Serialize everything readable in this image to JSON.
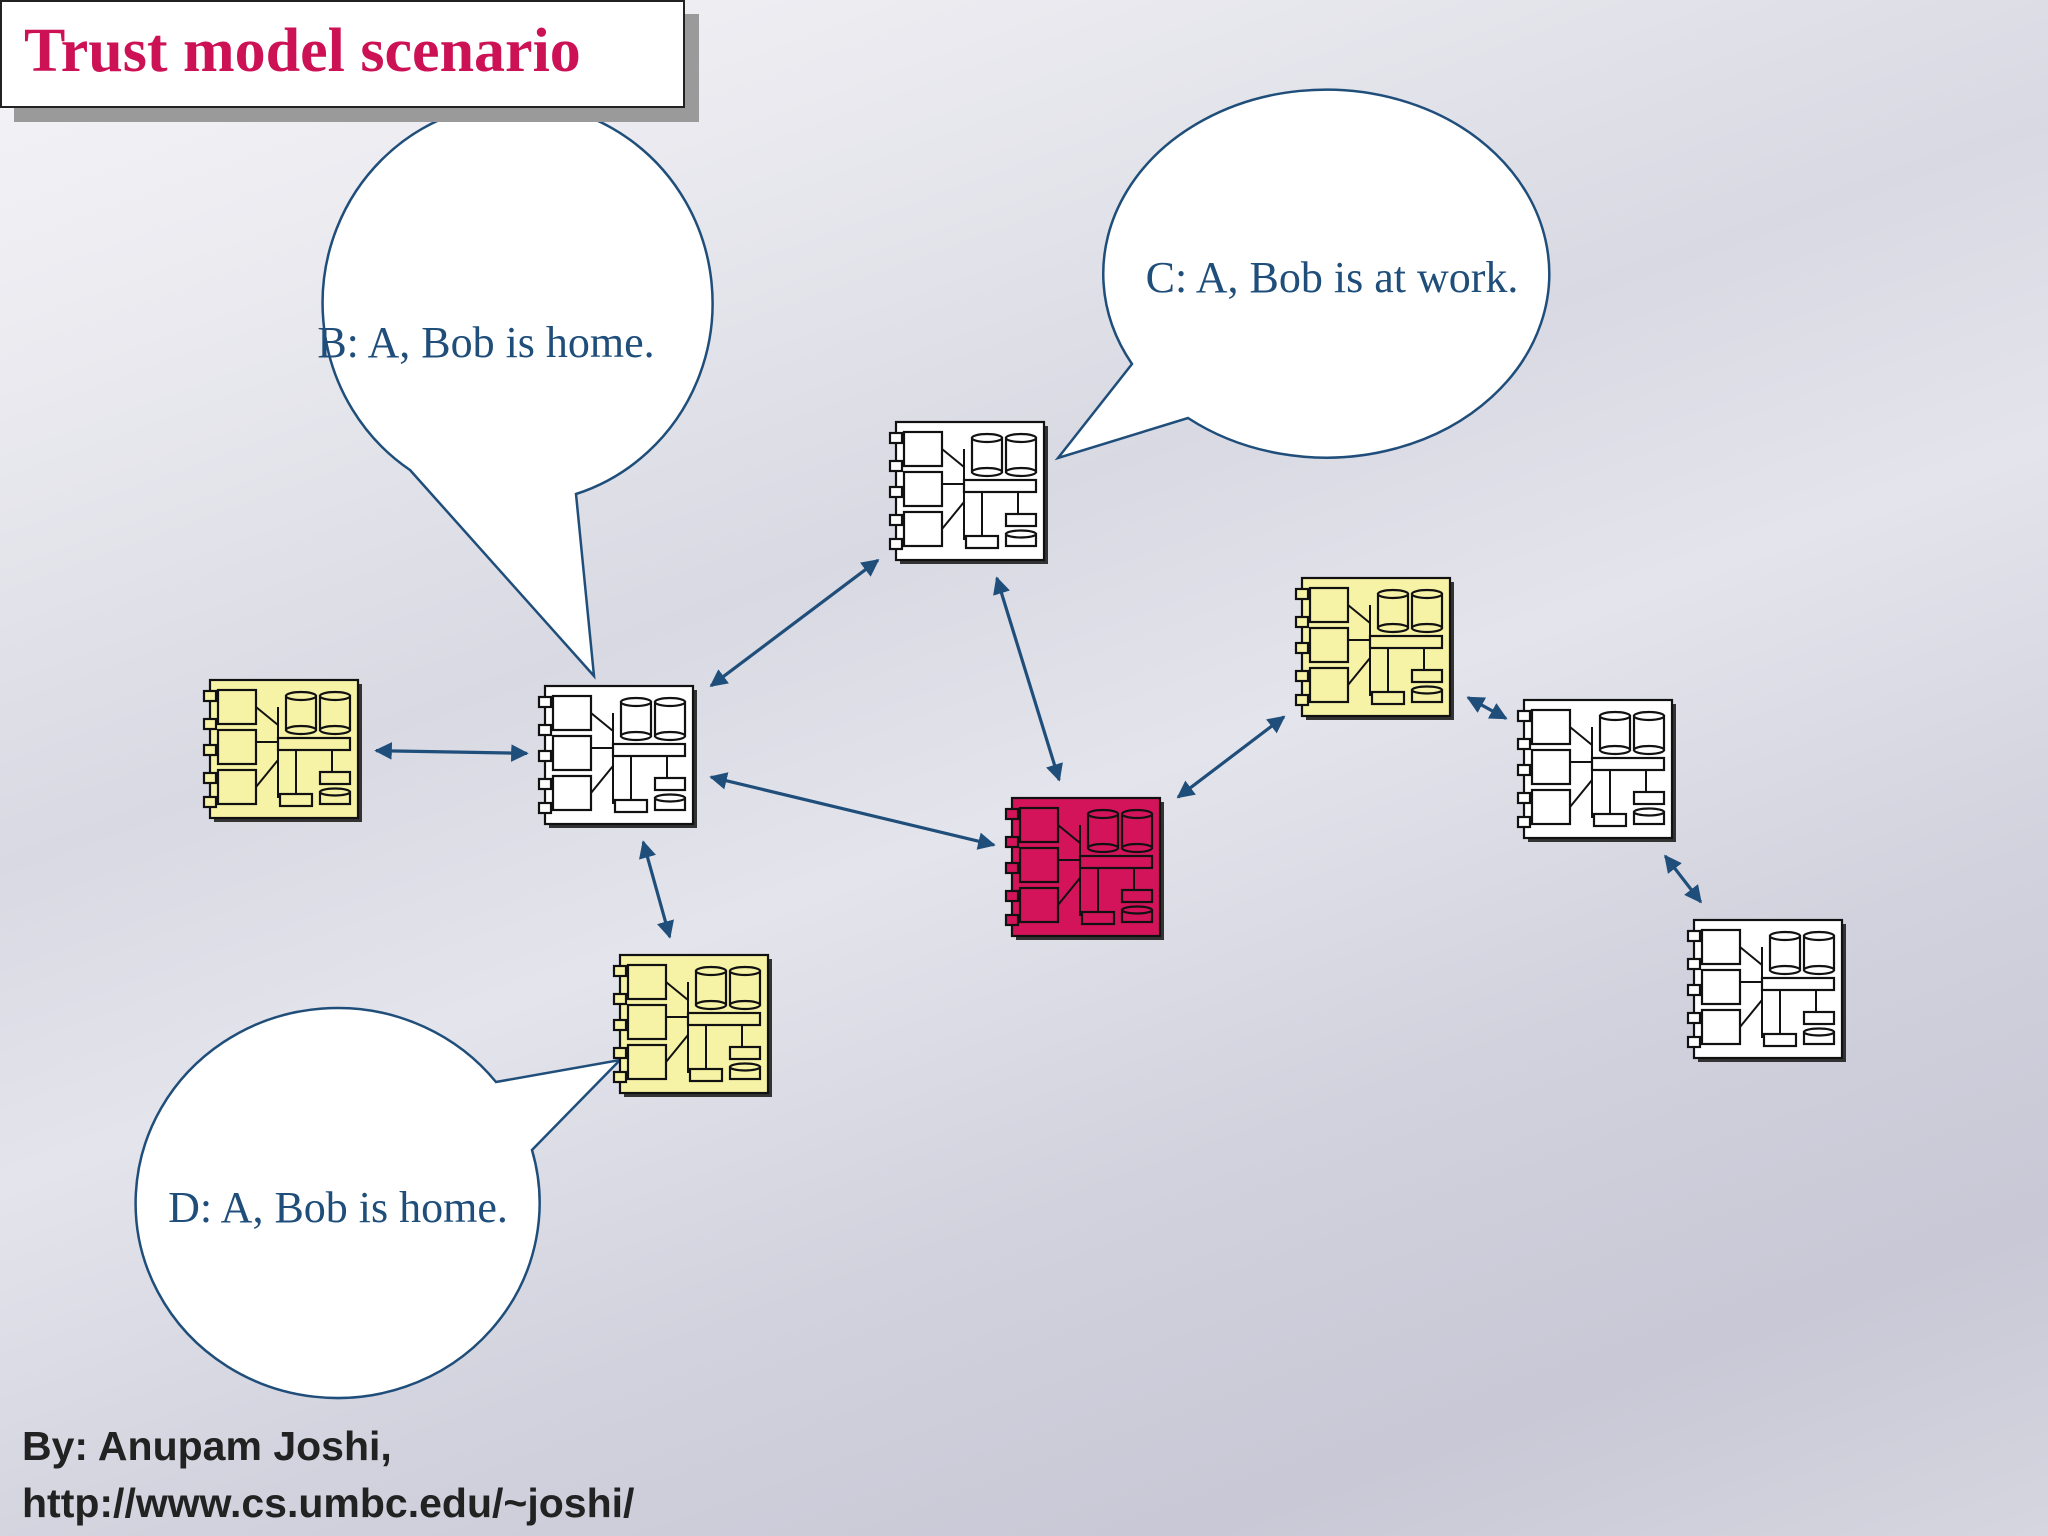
{
  "title": "Trust model scenario",
  "bubbles": {
    "b": "B: A, Bob is home.",
    "c": "C: A, Bob is at work.",
    "d": "D: A, Bob is home."
  },
  "credit": {
    "author": "By: Anupam Joshi,",
    "url": "http://www.cs.umbc.edu/~joshi/"
  },
  "colors": {
    "title": "#cc1155",
    "bubble_text": "#1f4e7a",
    "arrow": "#1f4e7a",
    "node_yellow": "#f7f3a6",
    "node_white": "#ffffff",
    "node_red": "#d4145a"
  },
  "nodes": [
    {
      "id": "yellow-left",
      "kind": "yellow"
    },
    {
      "id": "b",
      "kind": "white"
    },
    {
      "id": "c",
      "kind": "white"
    },
    {
      "id": "d",
      "kind": "yellow"
    },
    {
      "id": "target",
      "kind": "red"
    },
    {
      "id": "yellow-right",
      "kind": "yellow"
    },
    {
      "id": "white-right",
      "kind": "white"
    },
    {
      "id": "white-far-right",
      "kind": "white"
    }
  ],
  "links": [
    [
      "yellow-left",
      "b"
    ],
    [
      "b",
      "c"
    ],
    [
      "b",
      "target"
    ],
    [
      "b",
      "d"
    ],
    [
      "c",
      "target"
    ],
    [
      "target",
      "yellow-right"
    ],
    [
      "yellow-right",
      "white-right"
    ],
    [
      "white-right",
      "white-far-right"
    ]
  ]
}
